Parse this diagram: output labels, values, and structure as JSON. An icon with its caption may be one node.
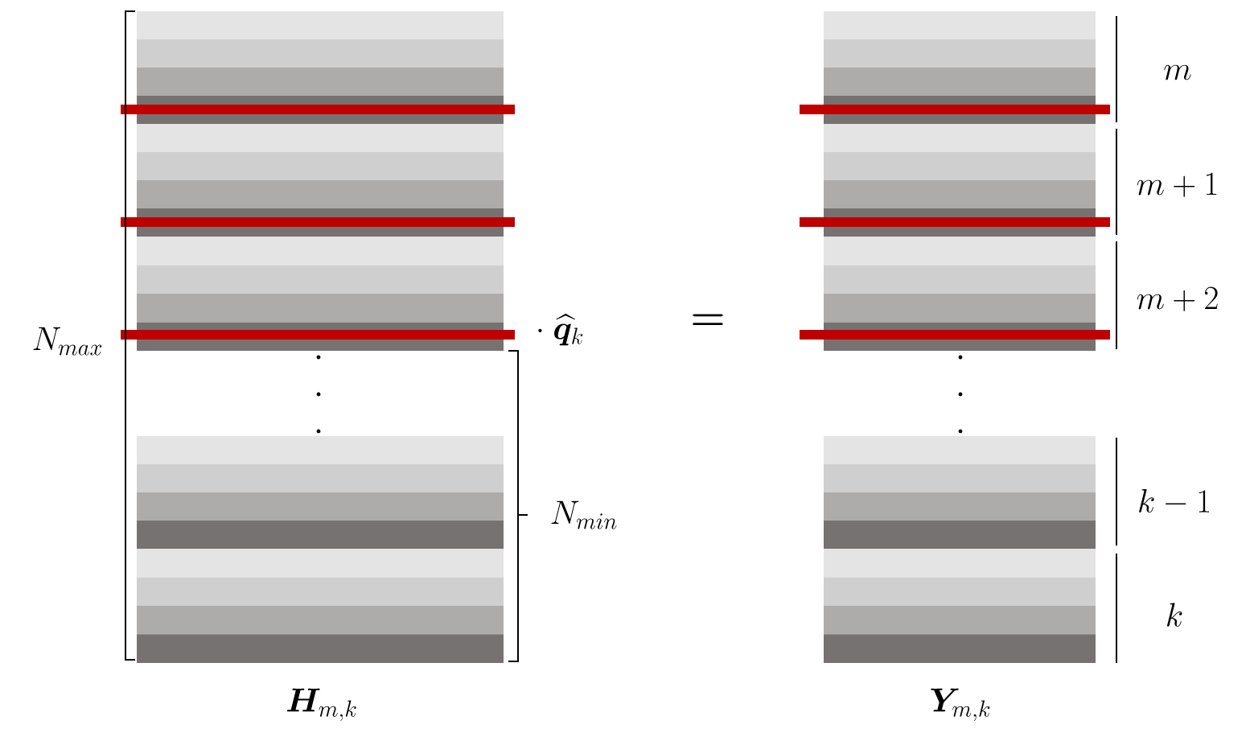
{
  "diagram": {
    "labels": [
      "m",
      "m + 1",
      "N_{max}",
      "\\cdot\\ \\widehat{\\bm{q}}_k",
      "=",
      "m + 2",
      "N_{min}",
      "k - 1",
      "k",
      "\\bm{H}_{m,k}",
      "\\bm{Y}_{m,k}"
    ]
  }
}
